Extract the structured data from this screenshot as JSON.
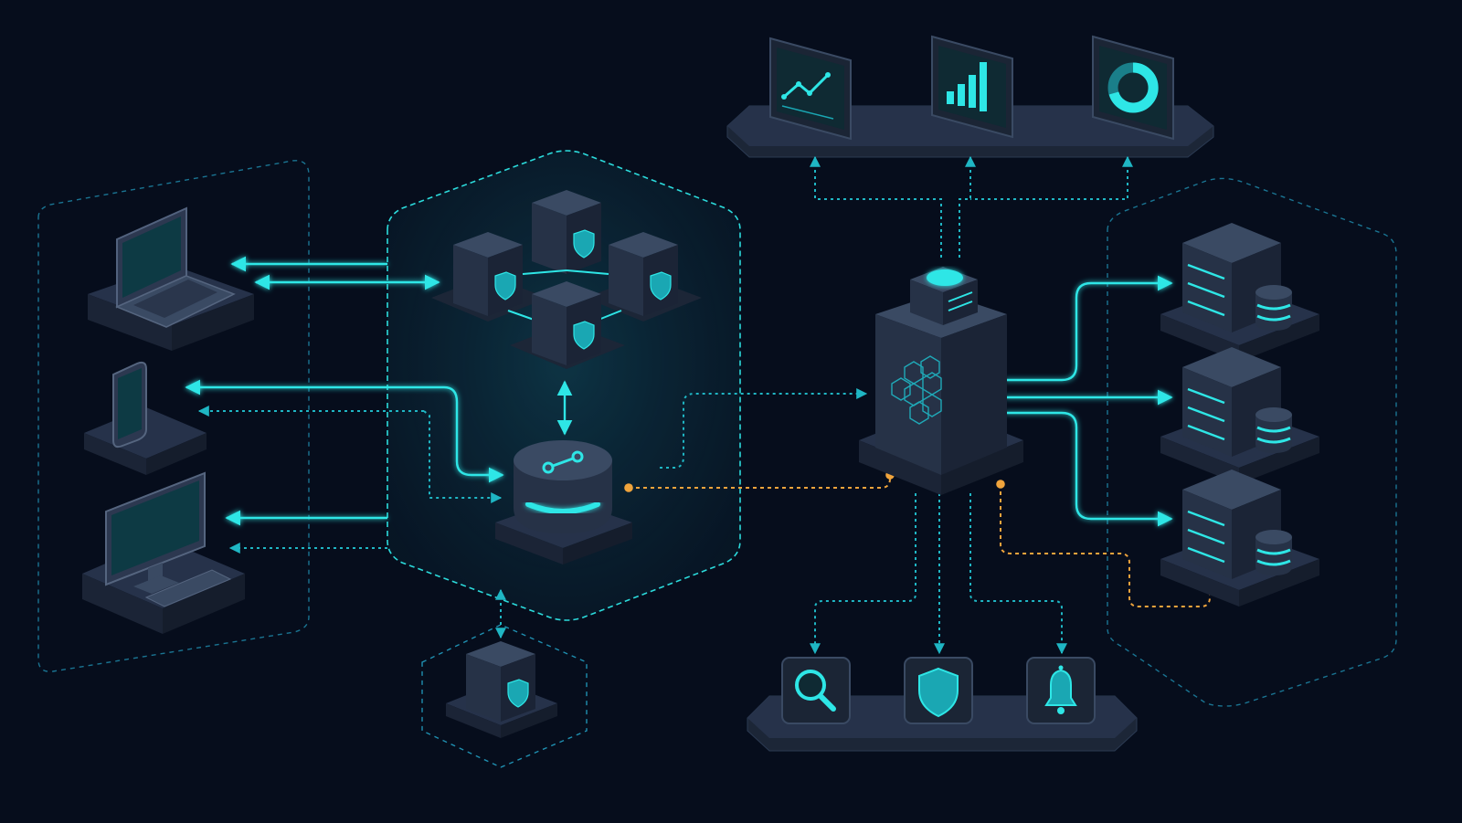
{
  "colors": {
    "background": "#060d1c",
    "accent": "#2ee6e6",
    "accent_dim": "#1aa7b3",
    "warning": "#f0a43c",
    "node_top": "#3a4a63",
    "node_left": "#263247",
    "node_right": "#1b2436",
    "platform": "#1f2a3d"
  },
  "diagram": {
    "client_zone": {
      "devices": [
        {
          "name": "laptop",
          "icon": "laptop-icon"
        },
        {
          "name": "smartphone",
          "icon": "smartphone-icon"
        },
        {
          "name": "desktop",
          "icon": "desktop-monitor-icon"
        }
      ]
    },
    "secure_cluster": {
      "nodes": [
        {
          "name": "secure-node-top",
          "icon": "shield-icon"
        },
        {
          "name": "secure-node-left",
          "icon": "shield-icon"
        },
        {
          "name": "secure-node-right",
          "icon": "shield-icon"
        },
        {
          "name": "secure-node-bottom",
          "icon": "shield-icon"
        }
      ],
      "gateway": {
        "name": "gateway-router",
        "icon": "link-icon"
      }
    },
    "isolated_node": {
      "name": "isolated-secure-node",
      "icon": "shield-icon"
    },
    "analytics_shelf": {
      "items": [
        {
          "name": "line-chart-panel",
          "icon": "line-chart-icon"
        },
        {
          "name": "bar-chart-panel",
          "icon": "bar-chart-icon"
        },
        {
          "name": "donut-chart-panel",
          "icon": "donut-chart-icon"
        }
      ]
    },
    "core_server": {
      "name": "core-processing-server",
      "icon": "hexagon-network-icon"
    },
    "storage_zone": {
      "servers": [
        {
          "name": "storage-server-1",
          "icon": "database-icon"
        },
        {
          "name": "storage-server-2",
          "icon": "database-icon"
        },
        {
          "name": "storage-server-3",
          "icon": "database-icon"
        }
      ]
    },
    "services_shelf": {
      "items": [
        {
          "name": "search-service",
          "icon": "search-icon"
        },
        {
          "name": "security-service",
          "icon": "shield-icon"
        },
        {
          "name": "alert-service",
          "icon": "bell-icon"
        }
      ]
    }
  }
}
